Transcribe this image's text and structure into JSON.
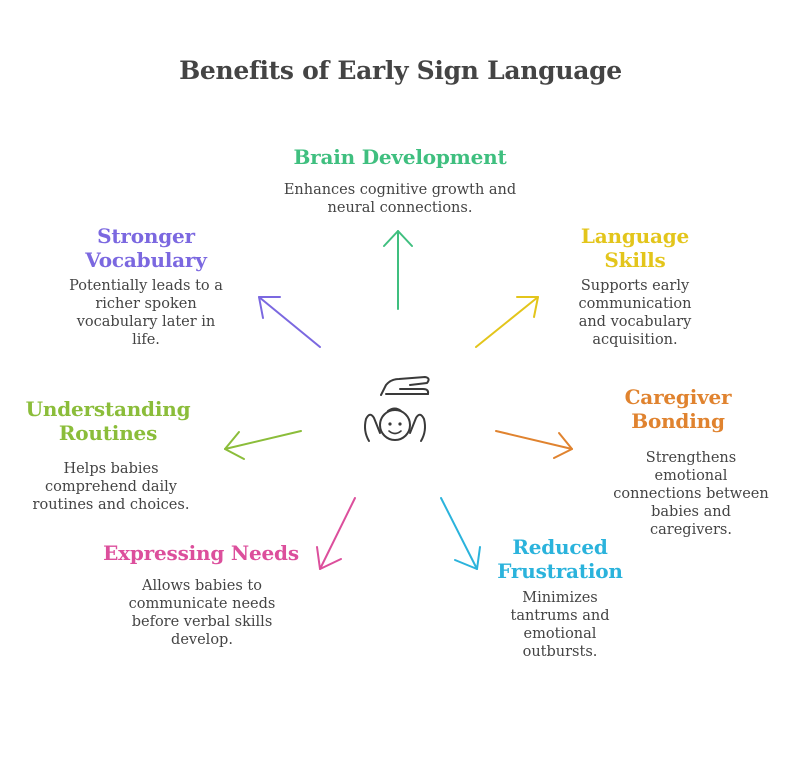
{
  "title": "Benefits of Early Sign Language",
  "center_icon": "baby-with-hand-icon",
  "items": {
    "brain": {
      "heading": "Brain Development",
      "text": "Enhances cognitive growth and neural connections.",
      "color": "#3fbf7f"
    },
    "language": {
      "heading": "Language Skills",
      "text": "Supports early communication and vocabulary acquisition.",
      "color": "#e3c51b"
    },
    "bonding": {
      "heading": "Caregiver Bonding",
      "text": "Strengthens emotional connections between babies and caregivers.",
      "color": "#e0832f"
    },
    "frustration": {
      "heading": "Reduced Frustration",
      "text": "Minimizes tantrums and emotional outbursts.",
      "color": "#2bb3dc"
    },
    "needs": {
      "heading": "Expressing Needs",
      "text": "Allows babies to communicate needs before verbal skills develop.",
      "color": "#dc4f9c"
    },
    "routines": {
      "heading": "Understanding Routines",
      "text": "Helps babies comprehend daily routines and choices.",
      "color": "#8bbd3a"
    },
    "vocabulary": {
      "heading": "Stronger Vocabulary",
      "text": "Potentially leads to a richer spoken vocabulary later in life.",
      "color": "#7b68e0"
    }
  }
}
